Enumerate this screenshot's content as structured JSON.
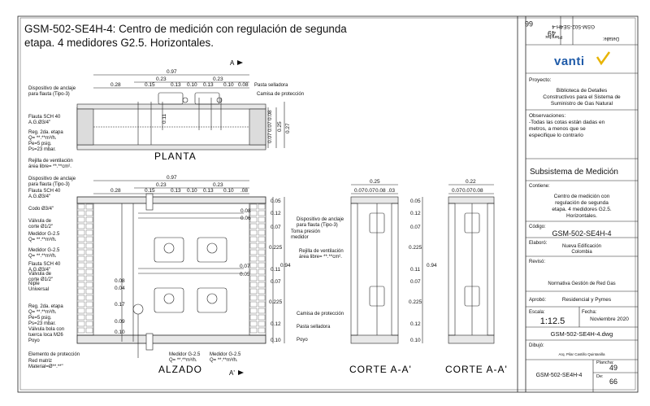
{
  "title": "GSM-502-SE4H-4: Centro de medición con regulación de segunda etapa.  4 medidores G2.5. Horizontales.",
  "sections": {
    "planta": "PLANTA",
    "alzado": "ALZADO",
    "corte1": "CORTE A-A'",
    "corte2": "CORTE A-A'",
    "marker_a": "A",
    "marker_a2": "A'"
  },
  "planta": {
    "dims_top": [
      "0.97"
    ],
    "dims_row1": [
      "0.23",
      "0.23"
    ],
    "dims_row2": [
      "0.28",
      "0.15",
      "0.13",
      "0.10",
      "0.13",
      "0.10",
      "0.08"
    ],
    "dims_right": [
      "0.07",
      "0.07",
      "0.08",
      "0.25",
      "0.27"
    ],
    "labels": {
      "anclaje": "Dispositivo de anclaje para flauta (Tipo-3)",
      "selladora": "Pasta selladora",
      "camisa": "Camisa de protección",
      "flauta": "Flauta SCH 40\nA.G.Ø3/4\"",
      "reg": "Reg. 2da. etapa\nQ=  **.**m³/h.\nPe=5 psig.\nPs=23 mbar.",
      "rejilla": "Rejilla de ventilación\nárea libre= **.**cm².",
      "d11": "0.11"
    }
  },
  "alzado": {
    "dims_top": [
      "0.97"
    ],
    "dims_row1": [
      "0.23",
      "0.23"
    ],
    "dims_row2": [
      "0.28",
      "0.15",
      "0.13",
      "0.10",
      "0.13",
      "0.10",
      ".08"
    ],
    "dims_right": [
      "0.05",
      "0.12",
      "0.07",
      "0.225",
      "0.11",
      "0.07",
      "0.225",
      "0.12",
      "0.10"
    ],
    "dim_total": "0.94",
    "dims_inner": [
      "0.08",
      "0.06",
      "0.07",
      "0.05",
      "0.08",
      "0.04",
      "0.17",
      "0.09",
      "0.10"
    ],
    "labels_left": [
      "Dispositivo de anclaje\npara flauta (Tipo-3)",
      "Flauta SCH 40\nA.G.Ø3/4\"",
      "Codo Ø3/4\"",
      "Válvula de\ncorte Ø1/2\"",
      "Medidor G-2.5\nQ=  **.**m³/h.",
      "Medidor G-2.5\nQ=  **.**m³/h.",
      "Flauta SCH 40\nA.G.Ø3/4\"",
      "Válvula de\ncorte Ø1/2\"",
      "Niple",
      "Universal",
      "Reg. 2da. etapa\nQ=  **.**m³/h.\nPe=5 psig.\nPs=23 mbar.",
      "Válvula bola con\ntuerca loca M26",
      "Poyo",
      "Elemento de protección",
      "Red matriz\nMaterial=Ø**.**\""
    ],
    "labels_bottom": [
      "Medidor G-2.5\nQ=  **.**m³/h.",
      "Medidor G-2.5\nQ=  **.**m³/h."
    ],
    "labels_mid": [
      "Dispositivo de anclaje\npara flauta (Tipo-3)",
      "Toma presión\nmedidor",
      "Rejilla de ventilación\nárea libre= **.**cm².",
      "Camisa de protección",
      "Pasta selladora",
      "Poyo"
    ]
  },
  "corte1": {
    "dims": [
      "0.25",
      "0.07",
      "0.07",
      "0.08",
      ".03"
    ]
  },
  "corte2": {
    "dims": [
      "0.22",
      "0.07",
      "0.07",
      "0.08"
    ]
  },
  "titleblock": {
    "detalle_label": "Detalle:",
    "detalle_value": "GSM-502-SE4H-4",
    "plancha_label": "Plancha:",
    "plancha_value": "49",
    "de_label": "De:",
    "de_value": "66",
    "logo": "vanti",
    "proyecto_label": "Proyecto:",
    "proyecto_value": "Biblioteca de Detalles Constructivos para el Sistema de Suministro de Gas Natural",
    "obs_label": "Observaciones:",
    "obs_value": "-Todas las cotas están dadas en metros, a menos que se especifique lo contrario",
    "subsistema": "Subsistema de Medición",
    "contiene_label": "Contiene:",
    "contiene_value": "Centro de medición con regulación de segunda etapa. 4 medidores G2.5. Horizontales.",
    "codigo_label": "Código:",
    "codigo_value": "GSM-502-SE4H-4",
    "elaboro_label": "Elaboró:",
    "elaboro_value": "Nueva Edificación Colombia",
    "reviso_label": "Revisó:",
    "reviso_value": "Normativa Gestión de Red Gas",
    "aprobo_label": "Aprobó:",
    "aprobo_value": "Residencial y Pymes",
    "escala_label": "Escala:",
    "escala_value": "1:12.5",
    "fecha_label": "Fecha:",
    "fecha_value": "Noviembre 2020",
    "archivo_value": "GSM-502-SE4H-4.dwg",
    "dibujo_label": "Dibujó:",
    "dibujo_value": "Arq. Pilar Castillo Quintanilla",
    "bottom_plancha_label": "Plancha:",
    "bottom_code": "GSM-502-SE4H-4",
    "bottom_plancha": "49",
    "bottom_de_label": "De:",
    "bottom_de": "66"
  },
  "colors": {
    "accent_blue": "#1e5aa8",
    "accent_yellow": "#e8b400",
    "line": "#222222"
  }
}
